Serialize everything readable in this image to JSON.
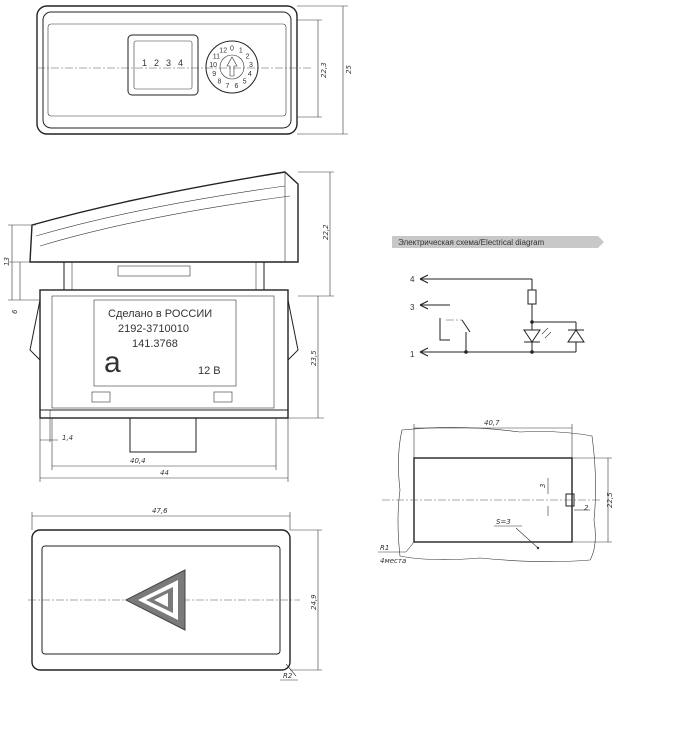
{
  "top_view": {
    "dims": {
      "height_inner": "22,3",
      "height_outer": "25"
    },
    "connector_pins": [
      "1",
      "2",
      "3",
      "4"
    ],
    "dial_digits": [
      "0",
      "1",
      "2",
      "3",
      "4",
      "5",
      "6",
      "7",
      "8",
      "9",
      "10",
      "11",
      "12"
    ]
  },
  "side_view": {
    "label_lines": [
      "Сделано в РОССИИ",
      "2192-3710010",
      "141.3768"
    ],
    "voltage": "12 В",
    "logo_letter": "a",
    "dims": {
      "d13": "13",
      "d6": "6",
      "d22_2": "22,2",
      "d23_5": "23,5",
      "d1_4": "1,4",
      "d40_4": "40,4",
      "d44": "44"
    }
  },
  "front_view": {
    "dims": {
      "width": "47,6",
      "height": "24,9",
      "radius": "R2"
    }
  },
  "electrical": {
    "title": "Электрическая схема/Electrical diagram",
    "terminals": [
      "4",
      "3",
      "1"
    ]
  },
  "cutout": {
    "dims": {
      "width": "40,7",
      "height": "22,5",
      "s": "S=3",
      "slot_h": "3",
      "slot_w": "2",
      "radius": "R1",
      "radius_note": "4места"
    }
  }
}
